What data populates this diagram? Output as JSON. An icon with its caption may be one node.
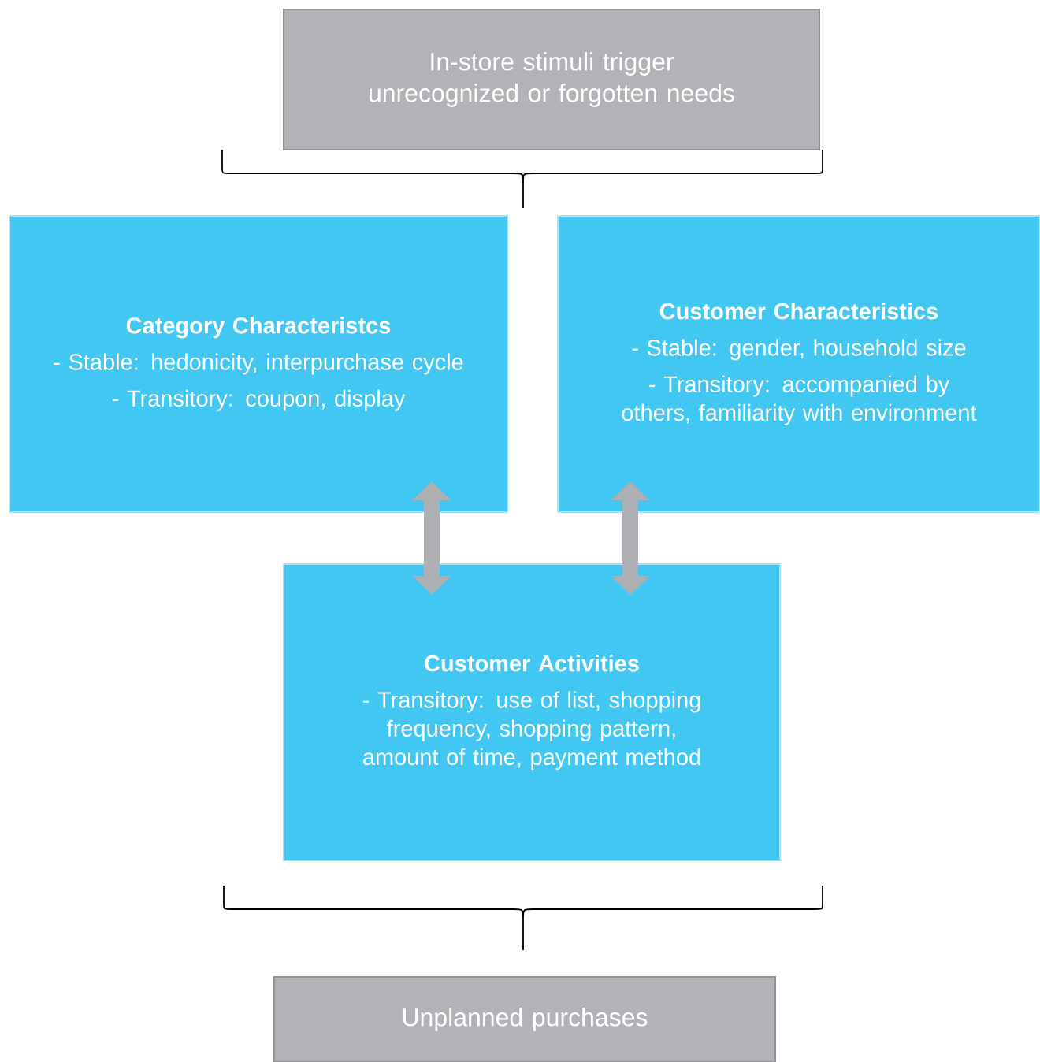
{
  "diagram": {
    "nodes": [
      {
        "text": [
          "In-store stimuli trigger unrecognized or forgotten needs"
        ]
      },
      {
        "text": [
          "Category Characteristcs",
          "- Stable: hedonicity, interpurchase cycle",
          "- Transitory: coupon, display"
        ]
      },
      {
        "text": [
          "Customer Characteristics",
          "- Stable: gender, household size",
          "- Transitory: accompanied by others, familiarity with environment"
        ]
      },
      {
        "text": [
          "Customer Activities",
          "- Transitory: use of list, shopping frequency, shopping pattern, amount of time, payment method"
        ]
      },
      {
        "text": [
          "Unplanned purchases"
        ]
      }
    ],
    "edges": [
      {
        "from": 1,
        "to": 3,
        "arrow": "both"
      },
      {
        "from": 2,
        "to": 3,
        "arrow": "both"
      }
    ]
  }
}
